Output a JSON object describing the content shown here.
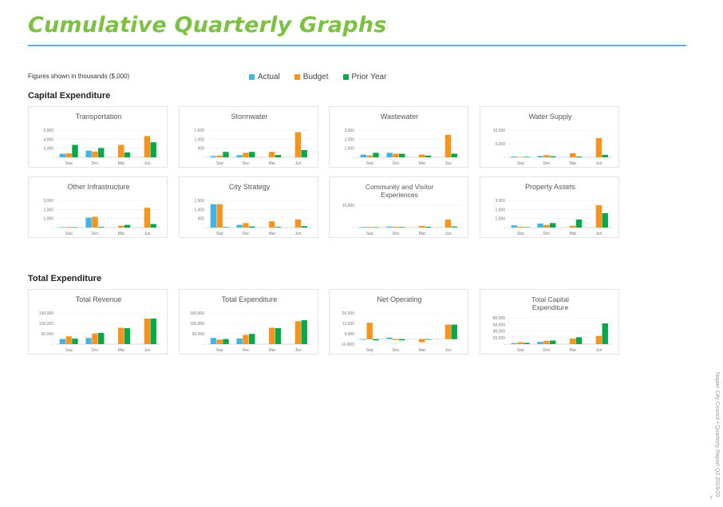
{
  "page": {
    "title": "Cumulative Quarterly Graphs",
    "note": "Figures shown in thousands ($,000)",
    "side_text": "Napier City Council • Quarterly Report Q2 2019/20",
    "page_number": "7"
  },
  "legend": [
    {
      "label": "Actual",
      "color": "#41b6e6"
    },
    {
      "label": "Budget",
      "color": "#f7941d"
    },
    {
      "label": "Prior Year",
      "color": "#0aa74a"
    }
  ],
  "sections": {
    "capital": "Capital Expenditure",
    "total": "Total Expenditure"
  },
  "chart_data": [
    {
      "type": "bar",
      "title": "Transportation",
      "categories": [
        "Sep",
        "Dec",
        "Mar",
        "Jun"
      ],
      "ylim": [
        0,
        6500
      ],
      "yticks": [
        "-",
        "2,000",
        "4,000",
        "6,000"
      ],
      "series": [
        {
          "name": "Actual",
          "values": [
            800,
            1500,
            null,
            null
          ]
        },
        {
          "name": "Budget",
          "values": [
            900,
            1300,
            2800,
            4800
          ]
        },
        {
          "name": "Prior Year",
          "values": [
            2800,
            2100,
            1100,
            3400
          ]
        }
      ]
    },
    {
      "type": "bar",
      "title": "Stormwater",
      "categories": [
        "Sep",
        "Dec",
        "Mar",
        "Jun"
      ],
      "ylim": [
        0,
        1600
      ],
      "yticks": [
        "-",
        "500",
        "1,000",
        "1,500"
      ],
      "series": [
        {
          "name": "Actual",
          "values": [
            70,
            120,
            null,
            null
          ]
        },
        {
          "name": "Budget",
          "values": [
            100,
            250,
            300,
            1400
          ]
        },
        {
          "name": "Prior Year",
          "values": [
            300,
            300,
            130,
            400
          ]
        }
      ]
    },
    {
      "type": "bar",
      "title": "Wastewater",
      "categories": [
        "Sep",
        "Dec",
        "Mar",
        "Jun"
      ],
      "ylim": [
        0,
        3200
      ],
      "yticks": [
        "-",
        "1,000",
        "2,000",
        "3,000"
      ],
      "series": [
        {
          "name": "Actual",
          "values": [
            300,
            500,
            null,
            null
          ]
        },
        {
          "name": "Budget",
          "values": [
            200,
            400,
            300,
            2500
          ]
        },
        {
          "name": "Prior Year",
          "values": [
            500,
            400,
            200,
            400
          ]
        }
      ]
    },
    {
      "type": "bar",
      "title": "Water Supply",
      "categories": [
        "Sep",
        "Dec",
        "Mar",
        "Jun"
      ],
      "ylim": [
        0,
        10500
      ],
      "yticks": [
        "-",
        "5,000",
        "10,000"
      ],
      "series": [
        {
          "name": "Actual",
          "values": [
            300,
            500,
            null,
            null
          ]
        },
        {
          "name": "Budget",
          "values": [
            100,
            800,
            1500,
            7000
          ]
        },
        {
          "name": "Prior Year",
          "values": [
            200,
            400,
            300,
            900
          ]
        }
      ]
    },
    {
      "type": "bar",
      "title": "Other Infrastructure",
      "categories": [
        "Sep",
        "Dec",
        "Mar",
        "Jun"
      ],
      "ylim": [
        0,
        3200
      ],
      "yticks": [
        "-",
        "1,000",
        "2,000",
        "3,000"
      ],
      "series": [
        {
          "name": "Actual",
          "values": [
            50,
            1100,
            null,
            null
          ]
        },
        {
          "name": "Budget",
          "values": [
            60,
            1200,
            200,
            2200
          ]
        },
        {
          "name": "Prior Year",
          "values": [
            40,
            80,
            300,
            400
          ]
        }
      ]
    },
    {
      "type": "bar",
      "title": "City Strategy",
      "categories": [
        "Sep",
        "Dec",
        "Mar",
        "Jun"
      ],
      "ylim": [
        0,
        1600
      ],
      "yticks": [
        "-",
        "500",
        "1,000",
        "1,500"
      ],
      "series": [
        {
          "name": "Actual",
          "values": [
            1300,
            150,
            null,
            null
          ]
        },
        {
          "name": "Budget",
          "values": [
            1300,
            250,
            350,
            450
          ]
        },
        {
          "name": "Prior Year",
          "values": [
            30,
            60,
            40,
            80
          ]
        }
      ]
    },
    {
      "type": "bar",
      "title": "Community and Visitor Experiences",
      "categories": [
        "Sep",
        "Dec",
        "Mar",
        "Jun"
      ],
      "ylim": [
        0,
        12000
      ],
      "yticks": [
        "-",
        "10,000"
      ],
      "series": [
        {
          "name": "Actual",
          "values": [
            300,
            500,
            null,
            null
          ]
        },
        {
          "name": "Budget",
          "values": [
            300,
            400,
            800,
            4000
          ]
        },
        {
          "name": "Prior Year",
          "values": [
            200,
            300,
            400,
            500
          ]
        }
      ]
    },
    {
      "type": "bar",
      "title": "Property Assets",
      "categories": [
        "Sep",
        "Dec",
        "Mar",
        "Jun"
      ],
      "ylim": [
        0,
        3200
      ],
      "yticks": [
        "-",
        "1,000",
        "2,000",
        "3,000"
      ],
      "series": [
        {
          "name": "Actual",
          "values": [
            250,
            450,
            null,
            null
          ]
        },
        {
          "name": "Budget",
          "values": [
            100,
            300,
            200,
            2500
          ]
        },
        {
          "name": "Prior Year",
          "values": [
            50,
            500,
            900,
            1600
          ]
        }
      ]
    },
    {
      "type": "bar",
      "title": "Total Revenue",
      "categories": [
        "Sep",
        "Dec",
        "Mar",
        "Jun"
      ],
      "ylim": [
        0,
        160000
      ],
      "yticks": [
        "-",
        "50,000",
        "100,000",
        "150,000"
      ],
      "series": [
        {
          "name": "Actual",
          "values": [
            25000,
            30000,
            null,
            null
          ]
        },
        {
          "name": "Budget",
          "values": [
            38000,
            52000,
            80000,
            125000
          ]
        },
        {
          "name": "Prior Year",
          "values": [
            27000,
            55000,
            78000,
            125000
          ]
        }
      ]
    },
    {
      "type": "bar",
      "title": "Total Expenditure",
      "categories": [
        "Sep",
        "Dec",
        "Mar",
        "Jun"
      ],
      "ylim": [
        0,
        160000
      ],
      "yticks": [
        "-",
        "50,000",
        "100,000",
        "150,000"
      ],
      "series": [
        {
          "name": "Actual",
          "values": [
            30000,
            28000,
            null,
            null
          ]
        },
        {
          "name": "Budget",
          "values": [
            22000,
            45000,
            80000,
            112000
          ]
        },
        {
          "name": "Prior Year",
          "values": [
            25000,
            50000,
            78000,
            117000
          ]
        }
      ]
    },
    {
      "type": "bar",
      "title": "Net Operating",
      "categories": [
        "Sep",
        "Dec",
        "Mar",
        "Jun"
      ],
      "ylim": [
        -4000,
        22000
      ],
      "yticks": [
        "(4,000)",
        "4,000",
        "12,000",
        "20,000"
      ],
      "series": [
        {
          "name": "Actual",
          "values": [
            -500,
            1200,
            null,
            null
          ]
        },
        {
          "name": "Budget",
          "values": [
            13000,
            -800,
            -2500,
            11500
          ]
        },
        {
          "name": "Prior Year",
          "values": [
            -1000,
            -1000,
            -500,
            11500
          ]
        }
      ]
    },
    {
      "type": "bar",
      "title": "Total Capital Expenditure",
      "categories": [
        "Sep",
        "Dec",
        "Mar",
        "Jun"
      ],
      "ylim": [
        0,
        85000
      ],
      "yticks": [
        "-",
        "20,000",
        "40,000",
        "60,000",
        "80,000"
      ],
      "series": [
        {
          "name": "Actual",
          "values": [
            3000,
            7000,
            null,
            null
          ]
        },
        {
          "name": "Budget",
          "values": [
            6000,
            10000,
            17000,
            25000
          ]
        },
        {
          "name": "Prior Year",
          "values": [
            4000,
            11000,
            21000,
            63000
          ]
        }
      ]
    }
  ]
}
